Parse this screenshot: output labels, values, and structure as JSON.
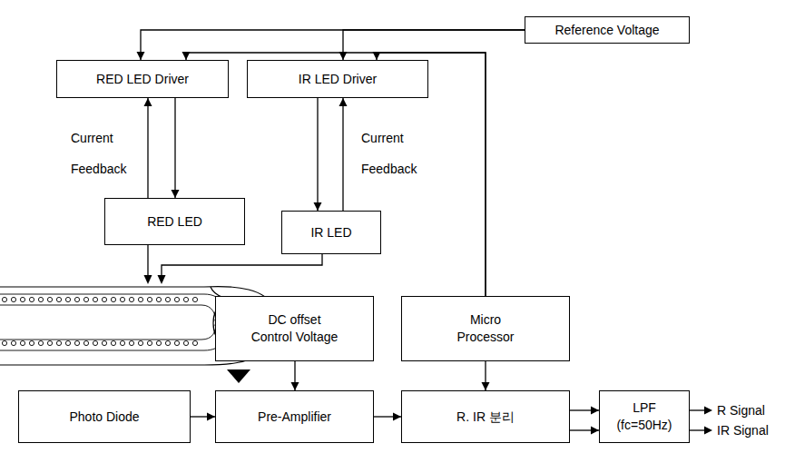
{
  "diagram": {
    "nodes": [
      {
        "text": [
          "Reference Voltage"
        ]
      },
      {
        "text": [
          "RED LED Driver"
        ]
      },
      {
        "text": [
          "IR LED Driver"
        ]
      },
      {
        "text": [
          "RED LED"
        ]
      },
      {
        "text": [
          "IR LED"
        ]
      },
      {
        "text": [
          "DC offset Control Voltage"
        ]
      },
      {
        "text": [
          "Micro Processor"
        ]
      },
      {
        "text": [
          "Photo Diode"
        ]
      },
      {
        "text": [
          "Pre-Amplifier"
        ]
      },
      {
        "text": [
          "R. IR 분리"
        ]
      },
      {
        "text": [
          "LPF (fc=50Hz)"
        ]
      }
    ],
    "edges": [
      {
        "from": 0,
        "to": 1,
        "arrow": "to"
      },
      {
        "from": 0,
        "to": 2,
        "arrow": "to"
      },
      {
        "from": 6,
        "to": 1,
        "arrow": "to"
      },
      {
        "from": 6,
        "to": 2,
        "arrow": "to"
      },
      {
        "from": 1,
        "to": 3,
        "arrow": "to"
      },
      {
        "from": 3,
        "to": 1,
        "label": "Current Feedback",
        "arrow": "to"
      },
      {
        "from": 2,
        "to": 4,
        "arrow": "to"
      },
      {
        "from": 4,
        "to": 2,
        "label": "Current Feedback",
        "arrow": "to"
      },
      {
        "from": 5,
        "to": 8,
        "arrow": "to"
      },
      {
        "from": 7,
        "to": 8,
        "arrow": "to"
      },
      {
        "from": 8,
        "to": 9,
        "arrow": "to"
      },
      {
        "from": 6,
        "to": 9,
        "arrow": "to"
      },
      {
        "from": 9,
        "to": 10,
        "arrow": "to"
      },
      {
        "from": 9,
        "to": 10,
        "arrow": "to"
      }
    ],
    "labels": [
      "R Signal",
      "IR Signal"
    ]
  }
}
